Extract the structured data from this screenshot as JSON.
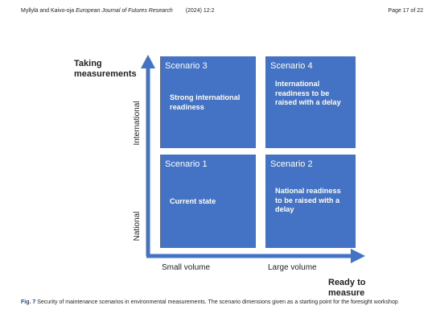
{
  "running_head": {
    "authors": "Myllylä and Kaivo-oja",
    "journal": "European Journal of Futures Research",
    "citation": "(2024) 12:2",
    "page": "Page 17 of 22"
  },
  "figure": {
    "y_axis_title": "Taking measurements",
    "x_axis_title": "Ready to measure",
    "y_levels": [
      "National",
      "International"
    ],
    "x_levels": [
      "Small volume",
      "Large volume"
    ],
    "axis_color": "#4472c4",
    "quadrant_color": "#4472c4",
    "scenarios": {
      "s3": {
        "title": "Scenario 3",
        "text": "Strong international readiness"
      },
      "s4": {
        "title": "Scenario 4",
        "text": "International readiness to be raised with a delay"
      },
      "s1": {
        "title": "Scenario 1",
        "text": "Current state"
      },
      "s2": {
        "title": "Scenario 2",
        "text": "National readiness to be raised with a delay"
      }
    }
  },
  "caption": {
    "label": "Fig. 7",
    "text": "Security of maintenance scenarios in environmental measurements. The scenario dimensions given as a starting point for the foresight workshop"
  }
}
